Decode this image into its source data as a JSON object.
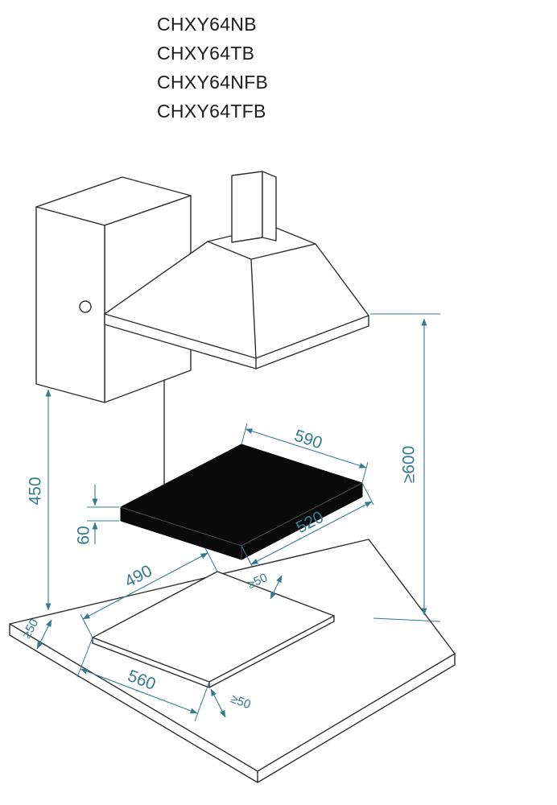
{
  "models": [
    "CHXY64NB",
    "CHXY64TB",
    "CHXY64NFB",
    "CHXY64TFB"
  ],
  "dims": {
    "hob_width": "590",
    "hob_depth": "520",
    "hob_height": "60",
    "cabinet_bottom_to_worktop": "450",
    "hood_to_worktop_min": "≥600",
    "cutout_width": "490",
    "cutout_depth": "560",
    "clearance_left_min": "≥50",
    "clearance_back_min": "≥50",
    "clearance_front_min": "≥50"
  },
  "colors": {
    "background": "#ffffff",
    "outline": "#2e2e2e",
    "dimension": "#337b8e",
    "hob_fill": "#0a0a0a"
  }
}
